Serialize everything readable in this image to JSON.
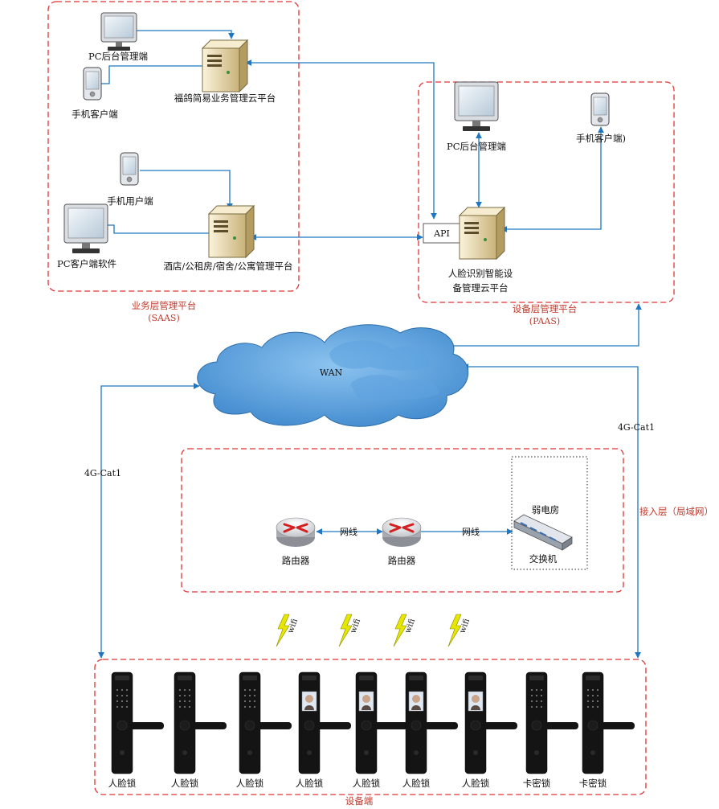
{
  "colors": {
    "connector": "#1f77c4",
    "region_border": "#e03434",
    "region_label": "#c0392b",
    "cloud": "#3e8fd4",
    "cloud_light": "#7db8ea",
    "server": "#e8d9b0",
    "lock": "#141414",
    "wifi": "#e6e600"
  },
  "saas": {
    "pc_admin": "PC后台管理端",
    "mobile_client": "手机客户端",
    "cloud_platform": "福鸽简易业务管理云平台",
    "mobile_user": "手机用户端",
    "pc_client_software": "PC客户端软件",
    "hotel_platform": "酒店/公租房/宿舍/公寓管理平台",
    "region_title": "业务层管理平台",
    "region_sub": "(SAAS)"
  },
  "paas": {
    "pc_admin": "PC后台管理端",
    "mobile_client": "手机客户端)",
    "api": "API",
    "platform_line1": "人脸识别智能设",
    "platform_line2": "备管理云平台",
    "region_title": "设备层管理平台",
    "region_sub": "(PAAS)"
  },
  "network": {
    "wan": "WAN",
    "link_left": "4G-Cat1",
    "link_right": "4G-Cat1"
  },
  "access": {
    "router1": "路由器",
    "router2": "路由器",
    "cable1": "网线",
    "cable2": "网线",
    "weak_room": "弱电房",
    "switch": "交换机",
    "region_label": "接入层（局域网）"
  },
  "wifi": {
    "label": "wifi",
    "count": 4
  },
  "devices": {
    "region_label": "设备端",
    "locks": [
      {
        "label": "人脸锁",
        "type": "keypad"
      },
      {
        "label": "人脸锁",
        "type": "keypad"
      },
      {
        "label": "人脸锁",
        "type": "keypad"
      },
      {
        "label": "人脸锁",
        "type": "face"
      },
      {
        "label": "人脸锁",
        "type": "face"
      },
      {
        "label": "人脸锁",
        "type": "face"
      },
      {
        "label": "人脸锁",
        "type": "face"
      },
      {
        "label": "卡密锁",
        "type": "keypad"
      },
      {
        "label": "卡密锁",
        "type": "keypad"
      }
    ]
  }
}
